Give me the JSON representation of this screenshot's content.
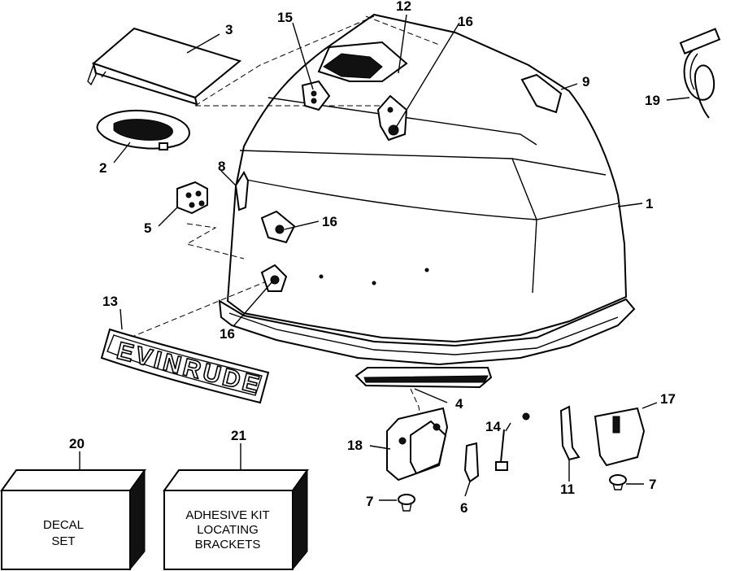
{
  "callouts": {
    "c1": "1",
    "c2": "2",
    "c3": "3",
    "c4": "4",
    "c5": "5",
    "c6": "6",
    "c7a": "7",
    "c7b": "7",
    "c8": "8",
    "c9": "9",
    "c11": "11",
    "c12": "12",
    "c13": "13",
    "c14": "14",
    "c15": "15",
    "c16a": "16",
    "c16b": "16",
    "c16c": "16",
    "c17": "17",
    "c18": "18",
    "c19": "19",
    "c20": "20",
    "c21": "21"
  },
  "logo_text": "EVINRUDE",
  "kits": {
    "decal": {
      "line1": "DECAL",
      "line2": "SET"
    },
    "adhesive": {
      "line1": "ADHESIVE KIT",
      "line2": "LOCATING",
      "line3": "BRACKETS"
    }
  }
}
